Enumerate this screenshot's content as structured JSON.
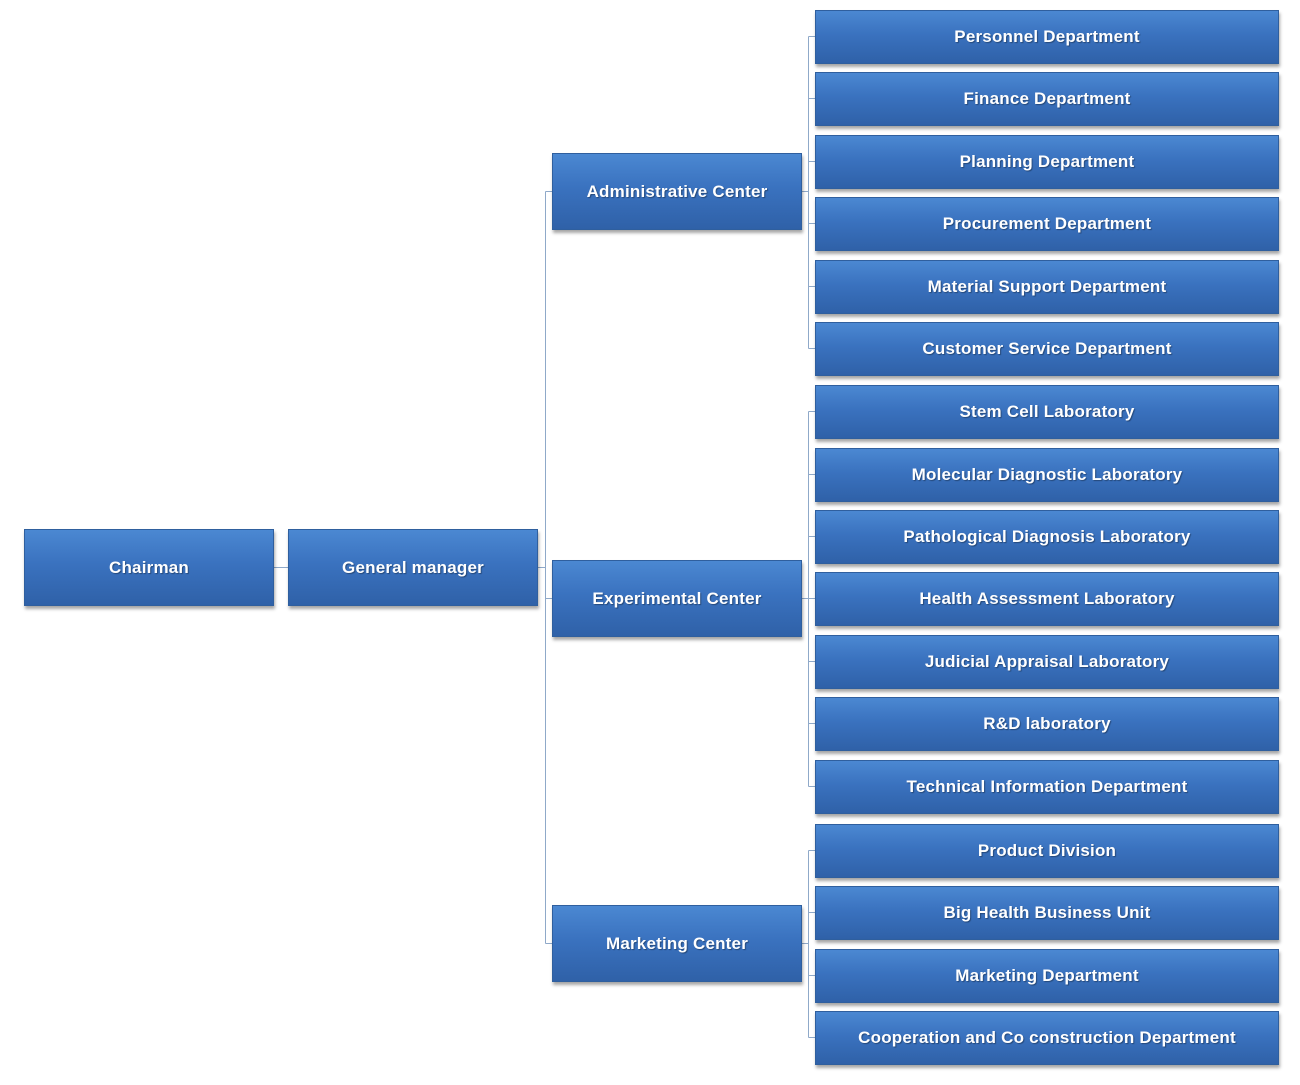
{
  "chart": {
    "root": "Chairman",
    "general_manager": "General manager",
    "centers": [
      {
        "name": "Administrative Center",
        "departments": [
          "Personnel Department",
          "Finance Department",
          "Planning Department",
          "Procurement Department",
          "Material Support Department",
          "Customer Service Department"
        ]
      },
      {
        "name": "Experimental Center",
        "departments": [
          "Stem Cell Laboratory",
          "Molecular Diagnostic Laboratory",
          "Pathological Diagnosis Laboratory",
          "Health Assessment Laboratory",
          "Judicial Appraisal Laboratory",
          "R&D laboratory",
          "Technical Information Department"
        ]
      },
      {
        "name": "Marketing Center",
        "departments": [
          "Product Division",
          "Big Health Business Unit",
          "Marketing Department",
          "Cooperation and Co construction Department"
        ]
      }
    ]
  },
  "colors": {
    "box_top": "#4b88d2",
    "box_bottom": "#2f61a8",
    "box_border": "#2f5f9e",
    "connector": "#8fa9c9",
    "text": "#ffffff"
  }
}
